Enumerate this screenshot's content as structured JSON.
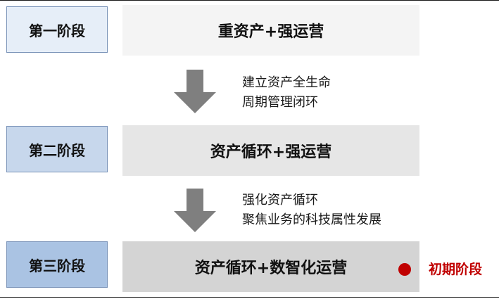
{
  "stages": [
    {
      "label": "第一阶段",
      "title": "重资产+强运营"
    },
    {
      "label": "第二阶段",
      "title": "资产循环+强运营"
    },
    {
      "label": "第三阶段",
      "title": "资产循环+数智化运营"
    }
  ],
  "transitions": [
    {
      "lines": [
        "建立资产全生命",
        "周期管理闭环"
      ]
    },
    {
      "lines": [
        "强化资产循环",
        "聚焦业务的科技属性发展"
      ]
    }
  ],
  "current_marker": {
    "text": "初期阶段",
    "color": "#c00000"
  },
  "colors": {
    "label_fills": [
      "#e6eef8",
      "#c7d7ec",
      "#aac3e3"
    ],
    "box_fills": [
      "#f4f4f4",
      "#e6e6e6",
      "#d4d4d4"
    ],
    "arrow": "#7f7f7f"
  }
}
